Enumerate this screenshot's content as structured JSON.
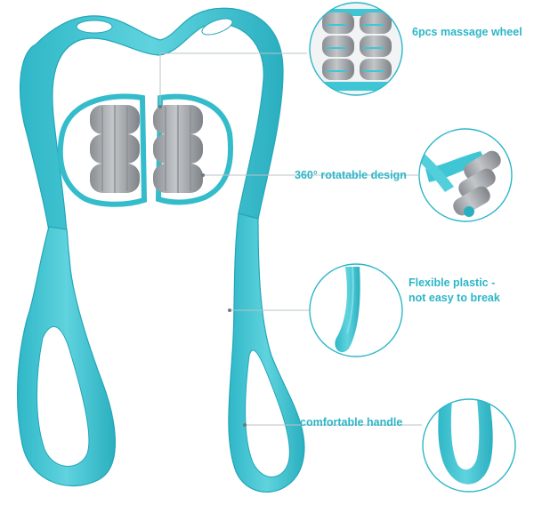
{
  "colors": {
    "plastic": "#3ec6d4",
    "plastic_dark": "#22a6b8",
    "roller": "#a7aaae",
    "roller_dark": "#7d8186",
    "label_text": "#2cb6c8",
    "circle_border": "#2cb6c8"
  },
  "product": {
    "name_icon": "neck-massager-image",
    "roller_count": 6
  },
  "callouts": [
    {
      "label": "6pcs massage wheel",
      "icon": "massage-wheel-closeup"
    },
    {
      "label": "360° rotatable design",
      "icon": "rotating-roller-closeup"
    },
    {
      "label_line1": "Flexible plastic -",
      "label_line2": "not easy to break",
      "icon": "flexible-arm-closeup"
    },
    {
      "label": "comfortable handle",
      "icon": "handle-closeup"
    }
  ]
}
